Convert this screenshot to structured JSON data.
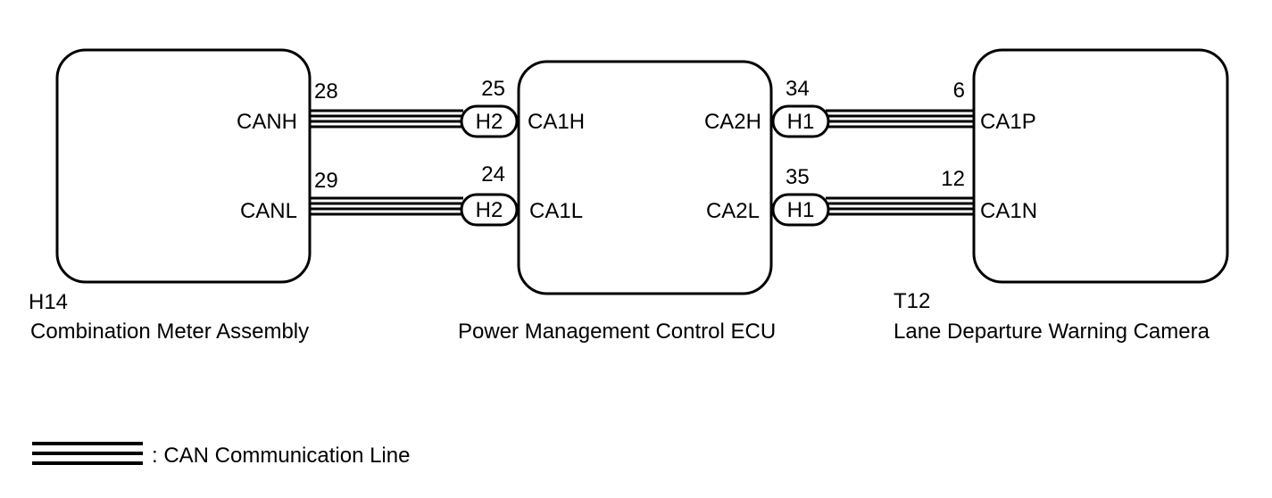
{
  "components": [
    {
      "id": "meter",
      "connector": "H14",
      "name": "Combination Meter Assembly",
      "pins": [
        "CANH",
        "CANL"
      ],
      "pin_numbers": [
        "28",
        "29"
      ]
    },
    {
      "id": "ecu",
      "connector": "",
      "name": "Power Management Control ECU",
      "pins_left": [
        "CA1H",
        "CA1L"
      ],
      "pins_right": [
        "CA2H",
        "CA2L"
      ]
    },
    {
      "id": "camera",
      "connector": "T12",
      "name": "Lane Departure Warning Camera",
      "pins": [
        "CA1P",
        "CA1N"
      ],
      "pin_numbers": [
        "6",
        "12"
      ]
    }
  ],
  "junctions": [
    {
      "label": "H2",
      "pin_top": "25",
      "pin_bottom": "24"
    },
    {
      "label": "H1",
      "pin_top": "34",
      "pin_bottom": "35"
    }
  ],
  "legend": {
    "text": ": CAN Communication Line"
  }
}
